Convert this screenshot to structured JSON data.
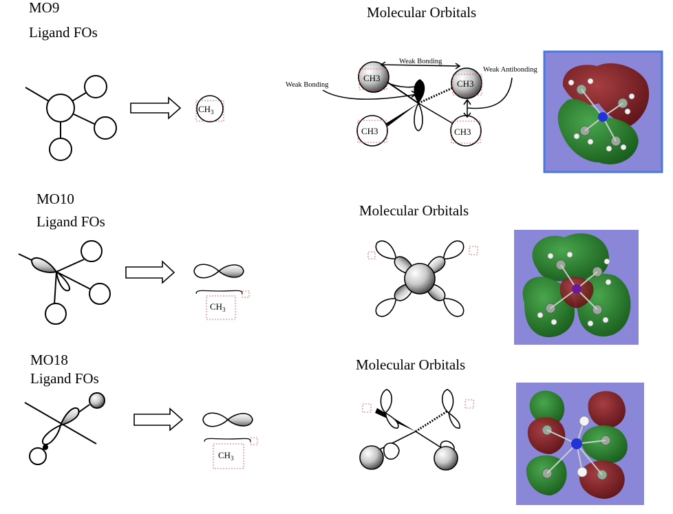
{
  "sections": [
    {
      "mo_label": "MO9",
      "ligand_label": "Ligand FOs",
      "heading": "Molecular Orbitals",
      "fragment": "CH",
      "fragment_sub": "3"
    },
    {
      "mo_label": "MO10",
      "ligand_label": "Ligand FOs",
      "heading": "Molecular Orbitals",
      "fragment": "CH",
      "fragment_sub": "3"
    },
    {
      "mo_label": "MO18",
      "ligand_label": "Ligand FOs",
      "heading": "Molecular Orbitals",
      "fragment": "CH",
      "fragment_sub": "3"
    }
  ],
  "mo9_diagram": {
    "ligands": [
      "CH3",
      "CH3",
      "CH3",
      "CH3"
    ],
    "annotations": {
      "weak_bonding_top": "Weak Bonding",
      "weak_bonding_left": "Weak Bonding",
      "weak_antibonding": "Weak Antibonding"
    }
  },
  "render_colors": {
    "background": "#8a86d8",
    "lobe_red": "#7a1818",
    "lobe_green": "#1e7a1e",
    "carbon": "#9aa89a",
    "hydrogen": "#f4f4f4",
    "nitrogen": "#2433d8",
    "nitrogen_alt": "#6a1a9a"
  }
}
